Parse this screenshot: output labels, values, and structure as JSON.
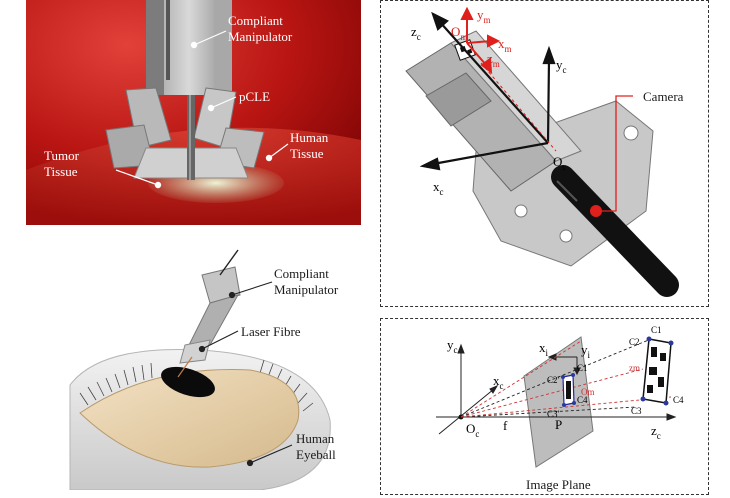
{
  "panel_a": {
    "labels": {
      "manipulator_1": "Compliant",
      "manipulator_2": "Manipulator",
      "probe": "pCLE",
      "tissue_1": "Human",
      "tissue_2": "Tissue",
      "tumor_1": "Tumor",
      "tumor_2": "Tissue"
    }
  },
  "panel_b": {
    "labels": {
      "manipulator_1": "Compliant",
      "manipulator_2": "Manipulator",
      "fibre": "Laser Fibre",
      "eye_1": "Human",
      "eye_2": "Eyeball"
    }
  },
  "panel_c": {
    "labels": {
      "camera": "Camera",
      "z": "z",
      "y": "y",
      "x": "x",
      "O": "O",
      "sub_c": "c",
      "sub_m": "m"
    },
    "colors": {
      "marker_axes": "#e0201c",
      "camera_axes": "#111111"
    }
  },
  "panel_d": {
    "labels": {
      "image_plane": "Image Plane",
      "y": "y",
      "x": "x",
      "z": "z",
      "O": "O",
      "C": "C",
      "f": "f",
      "P": "P",
      "sub_c": "c",
      "sub_i": "i",
      "sub_m": "m",
      "n1": "1",
      "n2": "2",
      "n3": "3",
      "n4": "4",
      "prime": "'"
    }
  }
}
